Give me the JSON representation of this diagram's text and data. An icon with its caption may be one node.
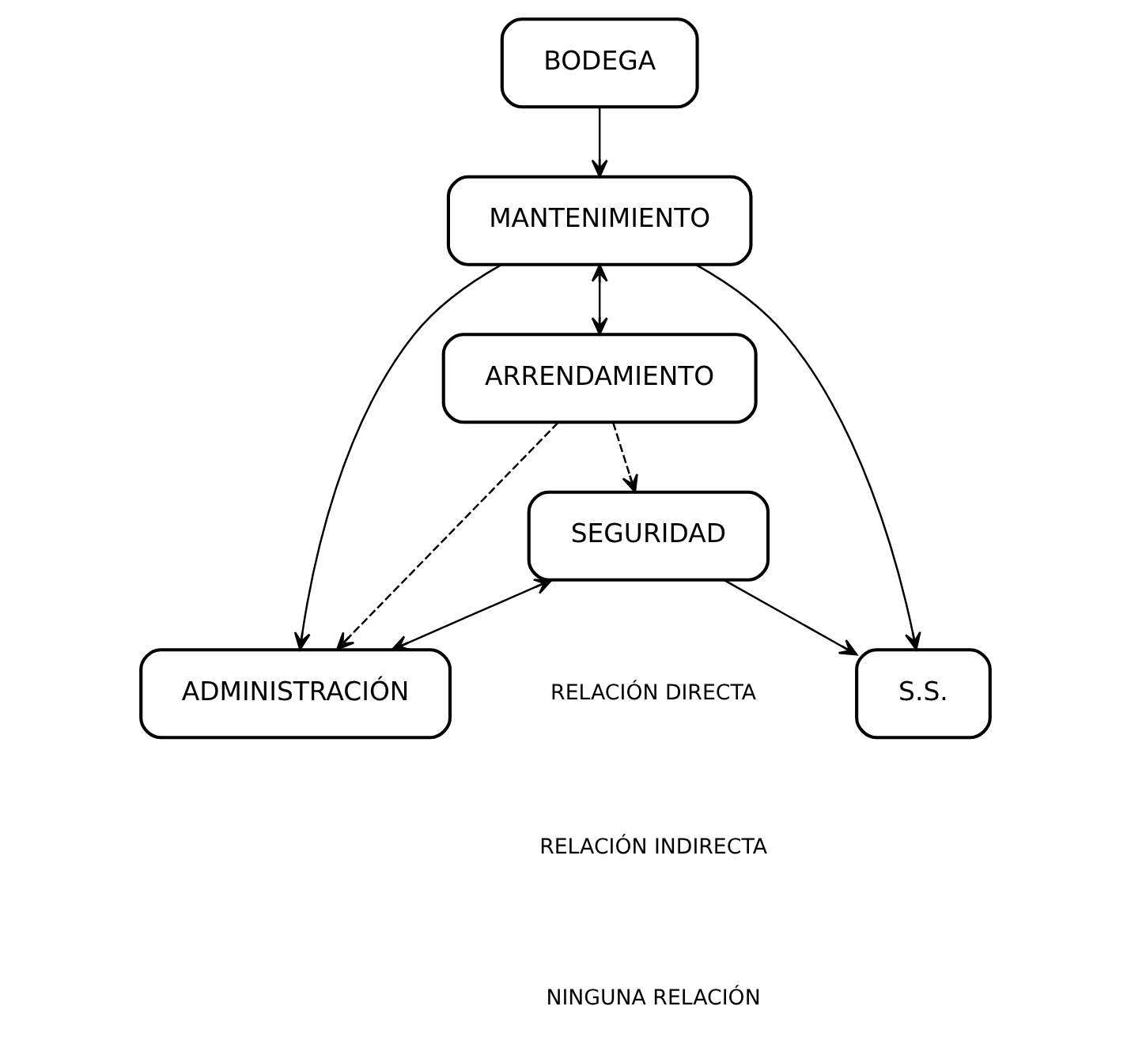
{
  "diagram": {
    "nodes": [
      {
        "text": [
          "ADMINISTRACIÓN"
        ]
      },
      {
        "text": [
          "BODEGA"
        ]
      },
      {
        "text": [
          "MANTENIMIENTO"
        ]
      },
      {
        "text": [
          "S.S."
        ]
      },
      {
        "text": [
          "ARRENDAMIENTO"
        ]
      },
      {
        "text": [
          "SEGURIDAD"
        ]
      }
    ],
    "edges": [
      {
        "from": 5,
        "to": 0,
        "arrow": "both"
      },
      {
        "from": 2,
        "to": 0,
        "arrow": "to"
      },
      {
        "from": 1,
        "to": 2,
        "arrow": "to"
      },
      {
        "from": 2,
        "to": 3,
        "arrow": "to"
      },
      {
        "from": 2,
        "to": 4,
        "arrow": "both"
      },
      {
        "from": 5,
        "to": 3,
        "arrow": "to"
      },
      {
        "from": 4,
        "to": 0,
        "arrow": "to",
        "style": "dashed"
      },
      {
        "from": 4,
        "to": 5,
        "arrow": "to",
        "style": "dashed"
      }
    ],
    "legend": [
      {
        "text": "RELACIÓN DIRECTA"
      },
      {
        "text": "RELACIÓN INDIRECTA"
      },
      {
        "text": "NINGUNA RELACIÓN"
      }
    ]
  }
}
